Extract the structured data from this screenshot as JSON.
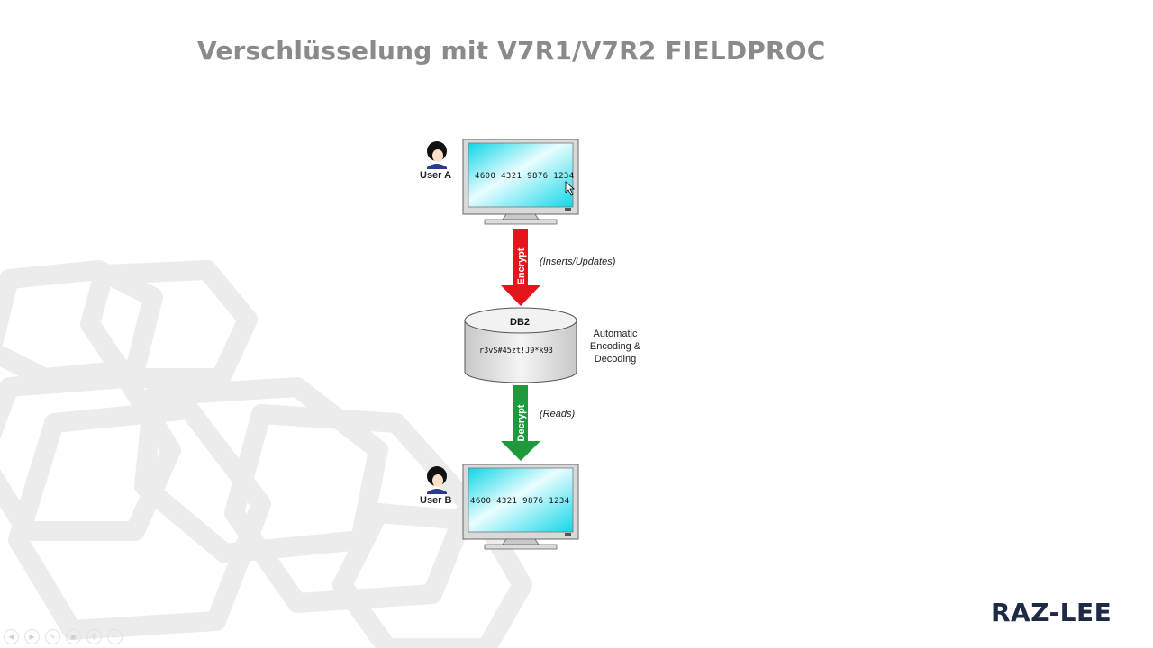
{
  "slide": {
    "title": "Verschlüsselung mit V7R1/V7R2 FIELDPROC"
  },
  "diagram": {
    "user_a": {
      "label": "User A",
      "screen_text": "4600 4321 9876 1234"
    },
    "encrypt": {
      "arrow_label": "Encrypt",
      "note": "(Inserts/Updates)",
      "color": "#e3161d"
    },
    "db": {
      "label": "DB2",
      "cipher_text": "r3vS#45zt!J9*k93",
      "side_note_lines": [
        "Automatic",
        "Encoding &",
        "Decoding"
      ]
    },
    "decrypt": {
      "arrow_label": "Decrypt",
      "note": "(Reads)",
      "color": "#1e9a3c"
    },
    "user_b": {
      "label": "User B",
      "screen_text": "4600 4321 9876 1234"
    },
    "screen_color": "#1fe0ee"
  },
  "brand": {
    "logo_text": "RAZ-LEE",
    "logo_color": "#1f2a44",
    "accent": "#e9531f"
  },
  "controls": {
    "icons": [
      "previous-icon",
      "play-icon",
      "pen-icon",
      "slides-icon",
      "zoom-icon",
      "more-icon"
    ]
  }
}
